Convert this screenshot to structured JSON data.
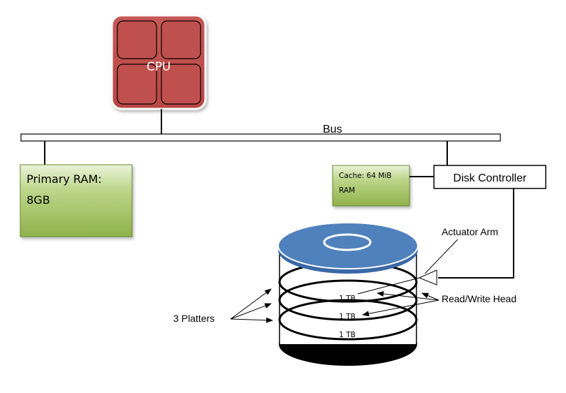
{
  "cpu": {
    "label": "CPU"
  },
  "bus": {
    "label": "Bus"
  },
  "primary_ram": {
    "line1": "Primary RAM:",
    "line2": "8GB"
  },
  "cache": {
    "line1": "Cache: 64 MiB",
    "line2": "RAM"
  },
  "disk_controller": {
    "label": "Disk Controller"
  },
  "disk": {
    "actuator_label": "Actuator Arm",
    "head_label": "Read/Write Head",
    "platters_label": "3 Platters",
    "platter_capacities": [
      "1 TB",
      "1 TB",
      "1 TB"
    ]
  },
  "colors": {
    "cpu_fill": "#c0504d",
    "cpu_border": "#8b2e2b",
    "ram_fill": "#9bbb59",
    "ram_border": "#6a8a34",
    "disk_top": "#4f81bd",
    "platter_bottom": "#000000"
  }
}
